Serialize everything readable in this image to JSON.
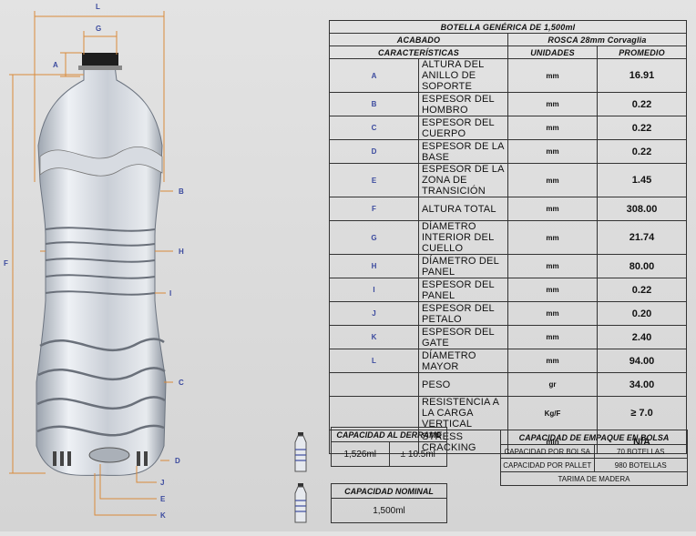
{
  "diagram": {
    "dimension_labels": {
      "l": "L",
      "g": "G",
      "a": "A",
      "b": "B",
      "h": "H",
      "i": "I",
      "c": "C",
      "f": "F",
      "d": "D",
      "j": "J",
      "e": "E",
      "k": "K"
    }
  },
  "spec_table": {
    "title": "BOTELLA GENÉRICA DE 1,500ml",
    "finish_label": "ACABADO",
    "finish_value": "ROSCA 28mm Corvaglia",
    "col_characteristics": "CARACTERÍSTICAS",
    "col_units": "UNIDADES",
    "col_average": "PROMEDIO",
    "rows": [
      {
        "letter": "A",
        "name": "ALTURA DEL ANILLO DE SOPORTE",
        "unit": "mm",
        "value": "16.91"
      },
      {
        "letter": "B",
        "name": "ESPESOR DEL HOMBRO",
        "unit": "mm",
        "value": "0.22"
      },
      {
        "letter": "C",
        "name": "ESPESOR DEL CUERPO",
        "unit": "mm",
        "value": "0.22"
      },
      {
        "letter": "D",
        "name": "ESPESOR DE LA BASE",
        "unit": "mm",
        "value": "0.22"
      },
      {
        "letter": "E",
        "name": "ESPESOR DE LA ZONA DE TRANSICIÓN",
        "unit": "mm",
        "value": "1.45"
      },
      {
        "letter": "F",
        "name": "ALTURA TOTAL",
        "unit": "mm",
        "value": "308.00"
      },
      {
        "letter": "G",
        "name": "DÍAMETRO INTERIOR DEL CUELLO",
        "unit": "mm",
        "value": "21.74"
      },
      {
        "letter": "H",
        "name": "DÍAMETRO DEL PANEL",
        "unit": "mm",
        "value": "80.00"
      },
      {
        "letter": "I",
        "name": "ESPESOR DEL PANEL",
        "unit": "mm",
        "value": "0.22"
      },
      {
        "letter": "J",
        "name": "ESPESOR DEL PETALO",
        "unit": "mm",
        "value": "0.20"
      },
      {
        "letter": "K",
        "name": "ESPESOR DEL GATE",
        "unit": "mm",
        "value": "2.40"
      },
      {
        "letter": "L",
        "name": "DÍAMETRO MAYOR",
        "unit": "mm",
        "value": "94.00"
      },
      {
        "letter": "",
        "name": "PESO",
        "unit": "gr",
        "value": "34.00"
      },
      {
        "letter": "",
        "name": "RESISTENCIA A LA CARGA VERTICAL",
        "unit": "Kg/F",
        "value": "≥ 7.0"
      },
      {
        "letter": "",
        "name": "STRESS CRACKING",
        "unit": "min",
        "value": "N/A"
      }
    ]
  },
  "overflow_capacity": {
    "title": "CAPACIDAD AL DERRAME",
    "value": "1,526ml",
    "tolerance": "± 10.5ml"
  },
  "nominal_capacity": {
    "title": "CAPACIDAD NOMINAL",
    "value": "1,500ml"
  },
  "packing": {
    "title": "CAPACIDAD DE EMPAQUE EN BOLSA",
    "rows": [
      {
        "label": "CAPACIDAD POR BOLSA",
        "value": "70 BOTELLAS"
      },
      {
        "label": "CAPACIDAD POR PALLET",
        "value": "980 BOTELLAS"
      }
    ],
    "footer": "TARIMA DE MADERA"
  },
  "colors": {
    "label_blue": "#3b4a9e",
    "dimension_orange": "#d98a3a"
  }
}
